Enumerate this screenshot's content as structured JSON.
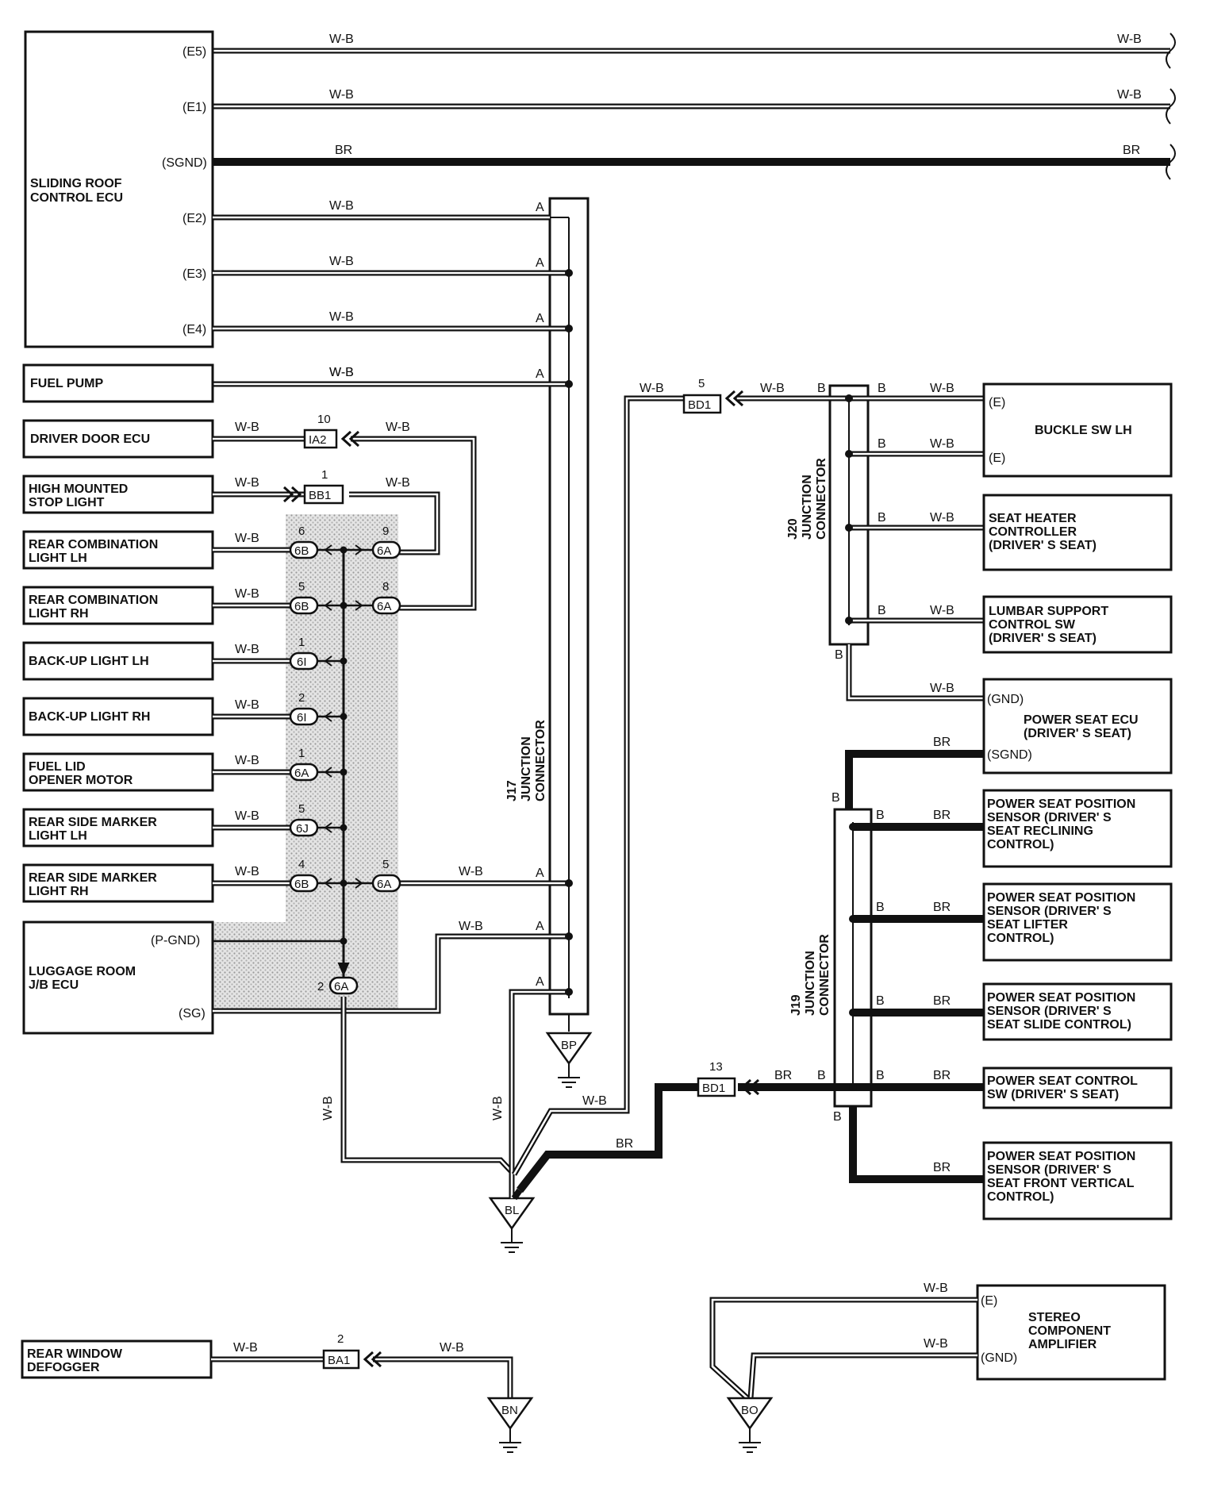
{
  "colors": {
    "line": "#111111",
    "shade": "#d9d9d9",
    "background": "#ffffff"
  },
  "components": {
    "sliding_roof_ecu": [
      "SLIDING ROOF",
      "CONTROL ECU"
    ],
    "fuel_pump": [
      "FUEL PUMP"
    ],
    "driver_door_ecu": [
      "DRIVER DOOR ECU"
    ],
    "high_mounted_stop": [
      "HIGH MOUNTED",
      "STOP LIGHT"
    ],
    "rear_comb_lh": [
      "REAR COMBINATION",
      "LIGHT LH"
    ],
    "rear_comb_rh": [
      "REAR COMBINATION",
      "LIGHT RH"
    ],
    "backup_lh": [
      "BACK-UP LIGHT LH"
    ],
    "backup_rh": [
      "BACK-UP LIGHT RH"
    ],
    "fuel_lid": [
      "FUEL LID",
      "OPENER MOTOR"
    ],
    "rear_side_lh": [
      "REAR SIDE MARKER",
      "LIGHT LH"
    ],
    "rear_side_rh": [
      "REAR SIDE MARKER",
      "LIGHT RH"
    ],
    "luggage_ecu": [
      "LUGGAGE ROOM",
      "J/B ECU"
    ],
    "rear_window": [
      "REAR WINDOW",
      "DEFOGGER"
    ],
    "buckle_sw": [
      "BUCKLE SW LH"
    ],
    "seat_heater": [
      "SEAT HEATER",
      "CONTROLLER",
      "(DRIVER' S SEAT)"
    ],
    "lumbar": [
      "LUMBAR SUPPORT",
      "CONTROL SW",
      "(DRIVER' S SEAT)"
    ],
    "power_seat_ecu": [
      "POWER SEAT ECU",
      "(DRIVER' S SEAT)"
    ],
    "ps_reclining": [
      "POWER SEAT POSITION",
      "SENSOR (DRIVER' S",
      "SEAT RECLINING",
      "CONTROL)"
    ],
    "ps_lifter": [
      "POWER SEAT POSITION",
      "SENSOR (DRIVER' S",
      "SEAT LIFTER",
      "CONTROL)"
    ],
    "ps_slide": [
      "POWER SEAT POSITION",
      "SENSOR (DRIVER' S",
      "SEAT SLIDE CONTROL)"
    ],
    "ps_control_sw": [
      "POWER SEAT CONTROL",
      "SW (DRIVER' S SEAT)"
    ],
    "ps_front_vertical": [
      "POWER SEAT POSITION",
      "SENSOR (DRIVER' S",
      "SEAT FRONT VERTICAL",
      "CONTROL)"
    ],
    "stereo": [
      "STEREO",
      "COMPONENT",
      "AMPLIFIER"
    ]
  },
  "terminals": {
    "e5": "(E5)",
    "e1": "(E1)",
    "sgnd": "(SGND)",
    "e2": "(E2)",
    "e3": "(E3)",
    "e4": "(E4)",
    "pgnd": "(P-GND)",
    "sg": "(SG)",
    "e": "(E)",
    "gnd": "(GND)"
  },
  "wires": {
    "wb": "W-B",
    "br": "BR"
  },
  "junctions": {
    "j17": [
      "J17",
      "JUNCTION",
      "CONNECTOR"
    ],
    "j20": [
      "J20",
      "JUNCTION",
      "CONNECTOR"
    ],
    "j19": [
      "J19",
      "JUNCTION",
      "CONNECTOR"
    ],
    "pin_a": "A",
    "pin_b": "B"
  },
  "connectors": {
    "ia2": {
      "label": "IA2",
      "pin": "10"
    },
    "bb1": {
      "label": "BB1",
      "pin": "1"
    },
    "bd1_top": {
      "label": "BD1",
      "pin": "5"
    },
    "bd1_bottom": {
      "label": "BD1",
      "pin": "13"
    },
    "ba1": {
      "label": "BA1",
      "pin": "2"
    }
  },
  "splices": [
    {
      "label": "6B",
      "pin": "6"
    },
    {
      "label": "6A",
      "pin": "9"
    },
    {
      "label": "6B",
      "pin": "5"
    },
    {
      "label": "6A",
      "pin": "8"
    },
    {
      "label": "6I",
      "pin": "1"
    },
    {
      "label": "6I",
      "pin": "2"
    },
    {
      "label": "6A",
      "pin": "1"
    },
    {
      "label": "6J",
      "pin": "5"
    },
    {
      "label": "6B",
      "pin": "4"
    },
    {
      "label": "6A",
      "pin": "5"
    },
    {
      "label": "6A",
      "pin": "2"
    }
  ],
  "grounds": {
    "bp": "BP",
    "bl": "BL",
    "bn": "BN",
    "bo": "BO"
  }
}
